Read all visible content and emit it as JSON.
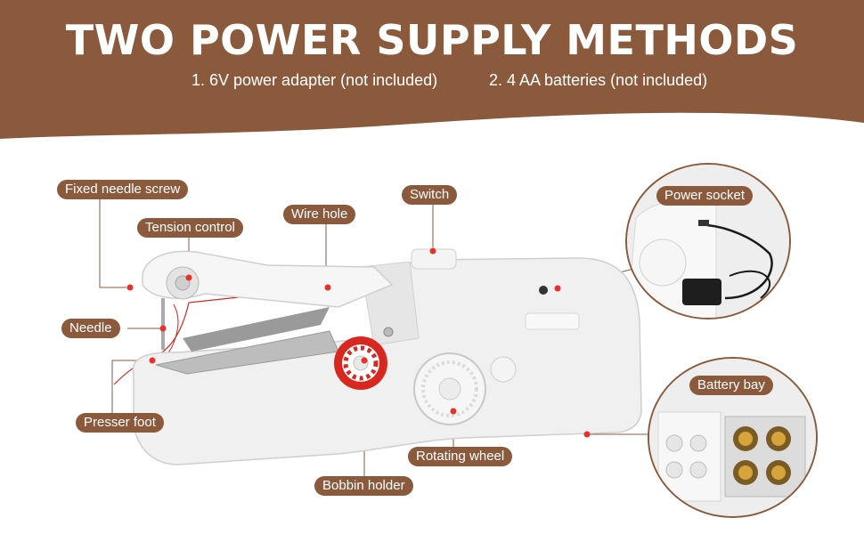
{
  "header": {
    "title": "TWO POWER SUPPLY METHODS",
    "method_1": "1. 6V power adapter (not included)",
    "method_2": "2. 4 AA batteries (not included)"
  },
  "labels": {
    "fixed_needle_screw": "Fixed needle screw",
    "tension_control": "Tension control",
    "wire_hole": "Wire hole",
    "switch": "Switch",
    "needle": "Needle",
    "presser_foot": "Presser foot",
    "bobbin_holder": "Bobbin holder",
    "rotating_wheel": "Rotating wheel",
    "power_socket": "Power socket",
    "battery_bay": "Battery bay"
  },
  "colors": {
    "accent": "#8b5a3c",
    "marker": "#e8312a",
    "product": "#f2f2f2"
  }
}
